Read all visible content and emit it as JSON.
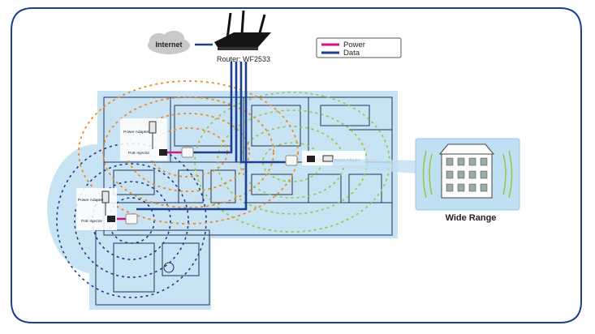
{
  "labels": {
    "internet": "Internet",
    "router": "Router: WF2533",
    "power_adapter": "Power Adapter",
    "poe_injector": "PoE Injector",
    "wide_range": "Wide Range"
  },
  "legend": {
    "items": [
      {
        "label": "Power",
        "color": "#d6127f"
      },
      {
        "label": "Data",
        "color": "#1c3f8f"
      }
    ]
  },
  "colors": {
    "frame": "#1c3f8f",
    "floor_fill": "#c8e3f3",
    "coverage_left": "#1c3f8f",
    "coverage_center": "#f08a1f",
    "coverage_right": "#9cc43a",
    "building_panel": "#bfe0f2"
  },
  "icons": {
    "cloud": "cloud-icon",
    "router": "router-icon",
    "building": "building-icon",
    "access_point": "access-point-icon",
    "power_adapter": "power-adapter-icon",
    "poe_injector": "poe-injector-icon"
  }
}
